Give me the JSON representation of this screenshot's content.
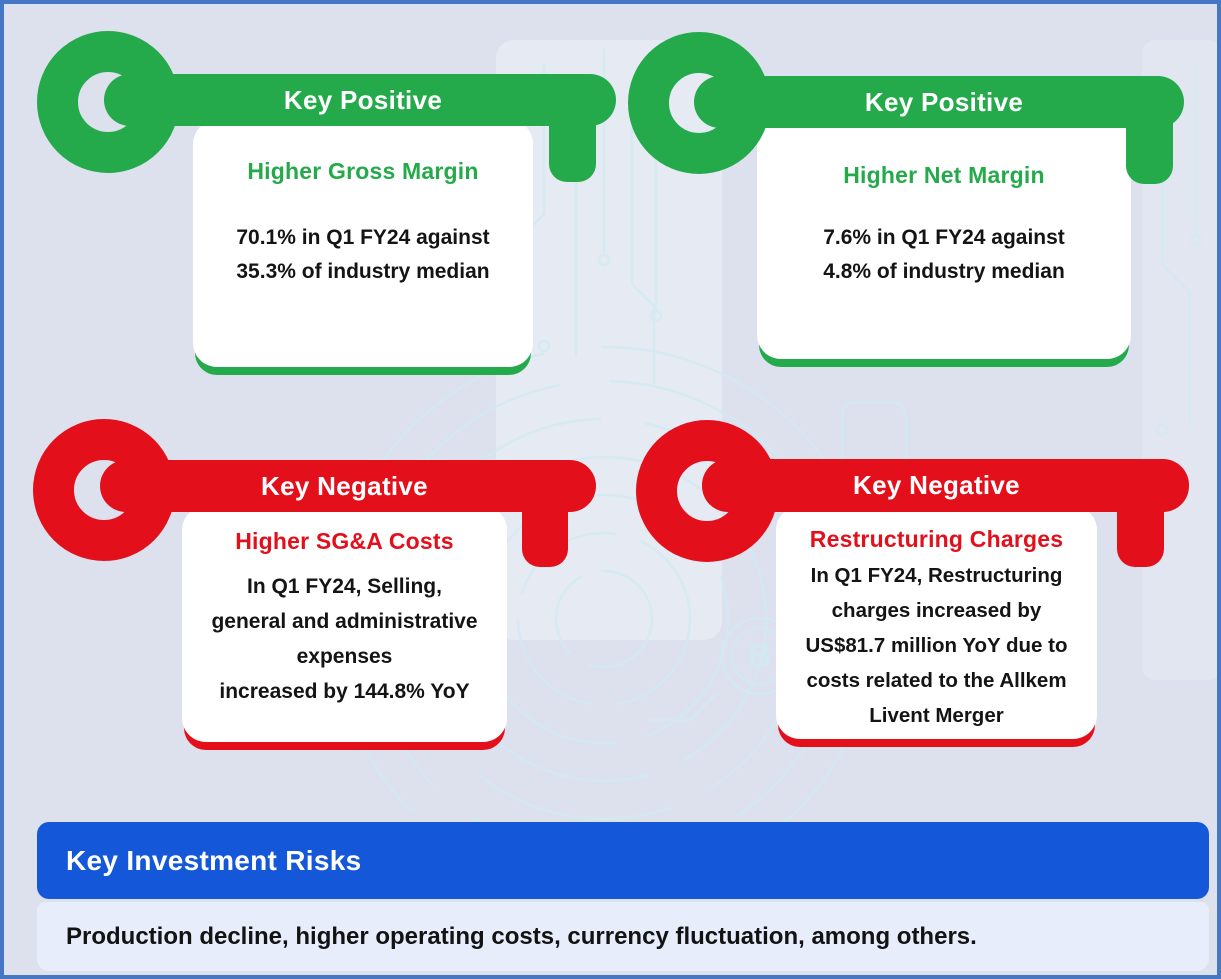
{
  "colors": {
    "positive_green": "#25AA4B",
    "negative_red": "#E3101C",
    "risks_blue": "#1458D9",
    "canvas_background": "#DCE1ED",
    "risks_strip_background": "#E8EDFB",
    "outer_border_blue": "#4677C4",
    "watermark_cyan": "#D2EAF4"
  },
  "cards": [
    {
      "sentiment": "positive",
      "banner": "Key Positive",
      "title": "Higher Gross Margin",
      "body": "70.1% in Q1 FY24 against\n35.3% of industry median"
    },
    {
      "sentiment": "positive",
      "banner": "Key Positive",
      "title": "Higher Net Margin",
      "body": "7.6% in Q1 FY24 against\n4.8% of industry median"
    },
    {
      "sentiment": "negative",
      "banner": "Key Negative",
      "title": "Higher SG&A Costs",
      "body": "In Q1 FY24, Selling,\ngeneral and administrative\nexpenses\nincreased by 144.8% YoY"
    },
    {
      "sentiment": "negative",
      "banner": "Key Negative",
      "title": "Restructuring Charges",
      "body": "In Q1 FY24, Restructuring\ncharges increased by\nUS$81.7 million YoY due to\ncosts related to the Allkem\nLivent Merger"
    }
  ],
  "footer": {
    "risks_title": "Key Investment Risks",
    "risks_text": "Production decline, higher operating costs, currency fluctuation, among others."
  },
  "watermark": {
    "letter": "B"
  }
}
